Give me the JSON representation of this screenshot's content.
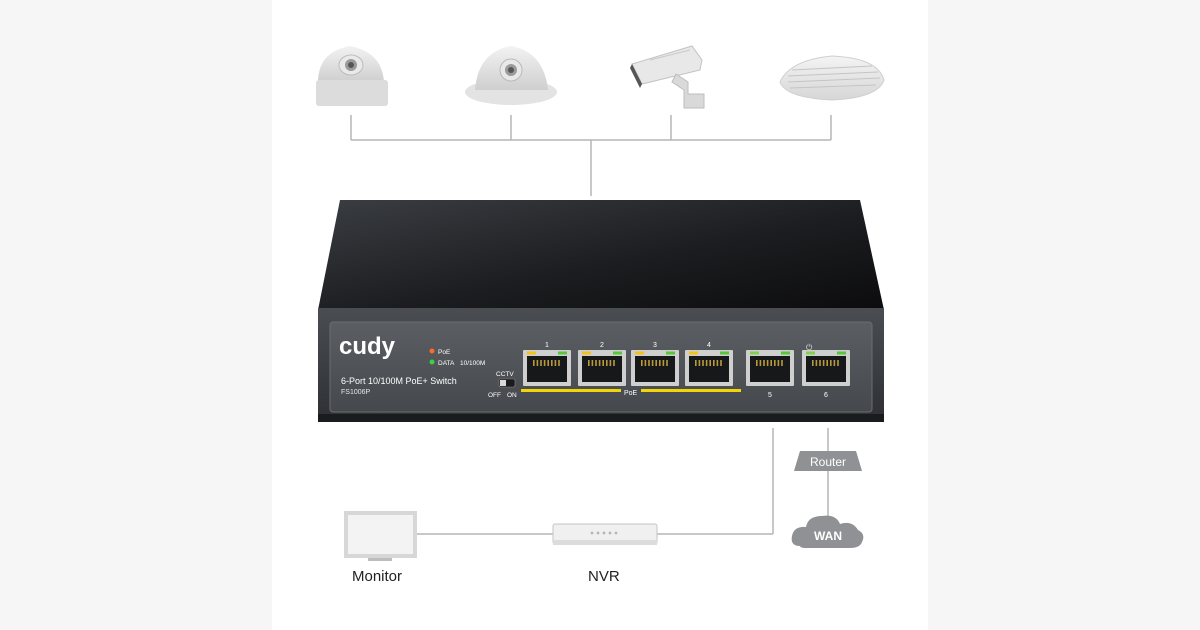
{
  "brand": "cudy",
  "product": {
    "name": "6-Port 10/100M PoE+ Switch",
    "model": "FS1006P"
  },
  "indicators": {
    "poe_label": "PoE",
    "data_label": "DATA",
    "speed_label": "10/100M",
    "poe_color": "#ff6a2a",
    "data_color": "#3fcf3f"
  },
  "cctv_switch": {
    "label": "CCTV",
    "off_label": "OFF",
    "on_label": "ON"
  },
  "ports": [
    {
      "label": "1",
      "poe": true
    },
    {
      "label": "2",
      "poe": true
    },
    {
      "label": "3",
      "poe": true
    },
    {
      "label": "4",
      "poe": true
    },
    {
      "label": "5",
      "poe": false
    },
    {
      "label": "6",
      "poe": false
    }
  ],
  "poe_bar_label": "PoE",
  "poe_bar_color": "#f2d40a",
  "power_symbol": "⏻",
  "top_devices": [
    {
      "icon": "dome-camera-icon"
    },
    {
      "icon": "dome-camera-icon"
    },
    {
      "icon": "bullet-camera-icon"
    },
    {
      "icon": "access-point-icon"
    }
  ],
  "network": {
    "router_label": "Router",
    "wan_label": "WAN",
    "monitor_label": "Monitor",
    "nvr_label": "NVR"
  }
}
